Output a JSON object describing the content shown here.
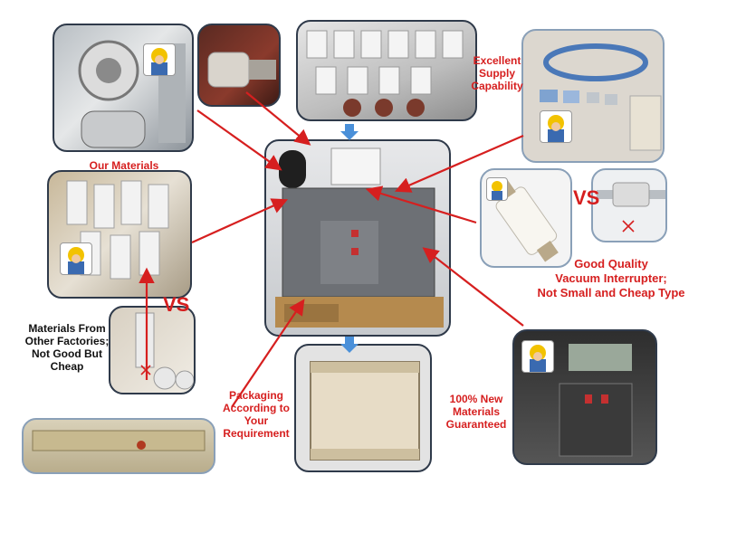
{
  "labels": {
    "excellent_supply": [
      "Excellent",
      "Supply",
      "Capability"
    ],
    "our_materials": "Our Materials",
    "materials_other": [
      "Materials From",
      "Other Factories;",
      "Not Good But",
      "Cheap"
    ],
    "good_quality": [
      "Good Quality",
      "Vacuum Interrupter;",
      "Not Small and Cheap Type"
    ],
    "packaging": [
      "Packaging",
      "According to",
      "Your",
      "Requirement"
    ],
    "new_materials": [
      "100% New",
      "Materials",
      "Guaranteed"
    ],
    "vs": "VS"
  },
  "colors": {
    "accent_red": "#d61f1f",
    "arrow_blue": "#4a90d9",
    "frame": "#2f3a4a"
  }
}
